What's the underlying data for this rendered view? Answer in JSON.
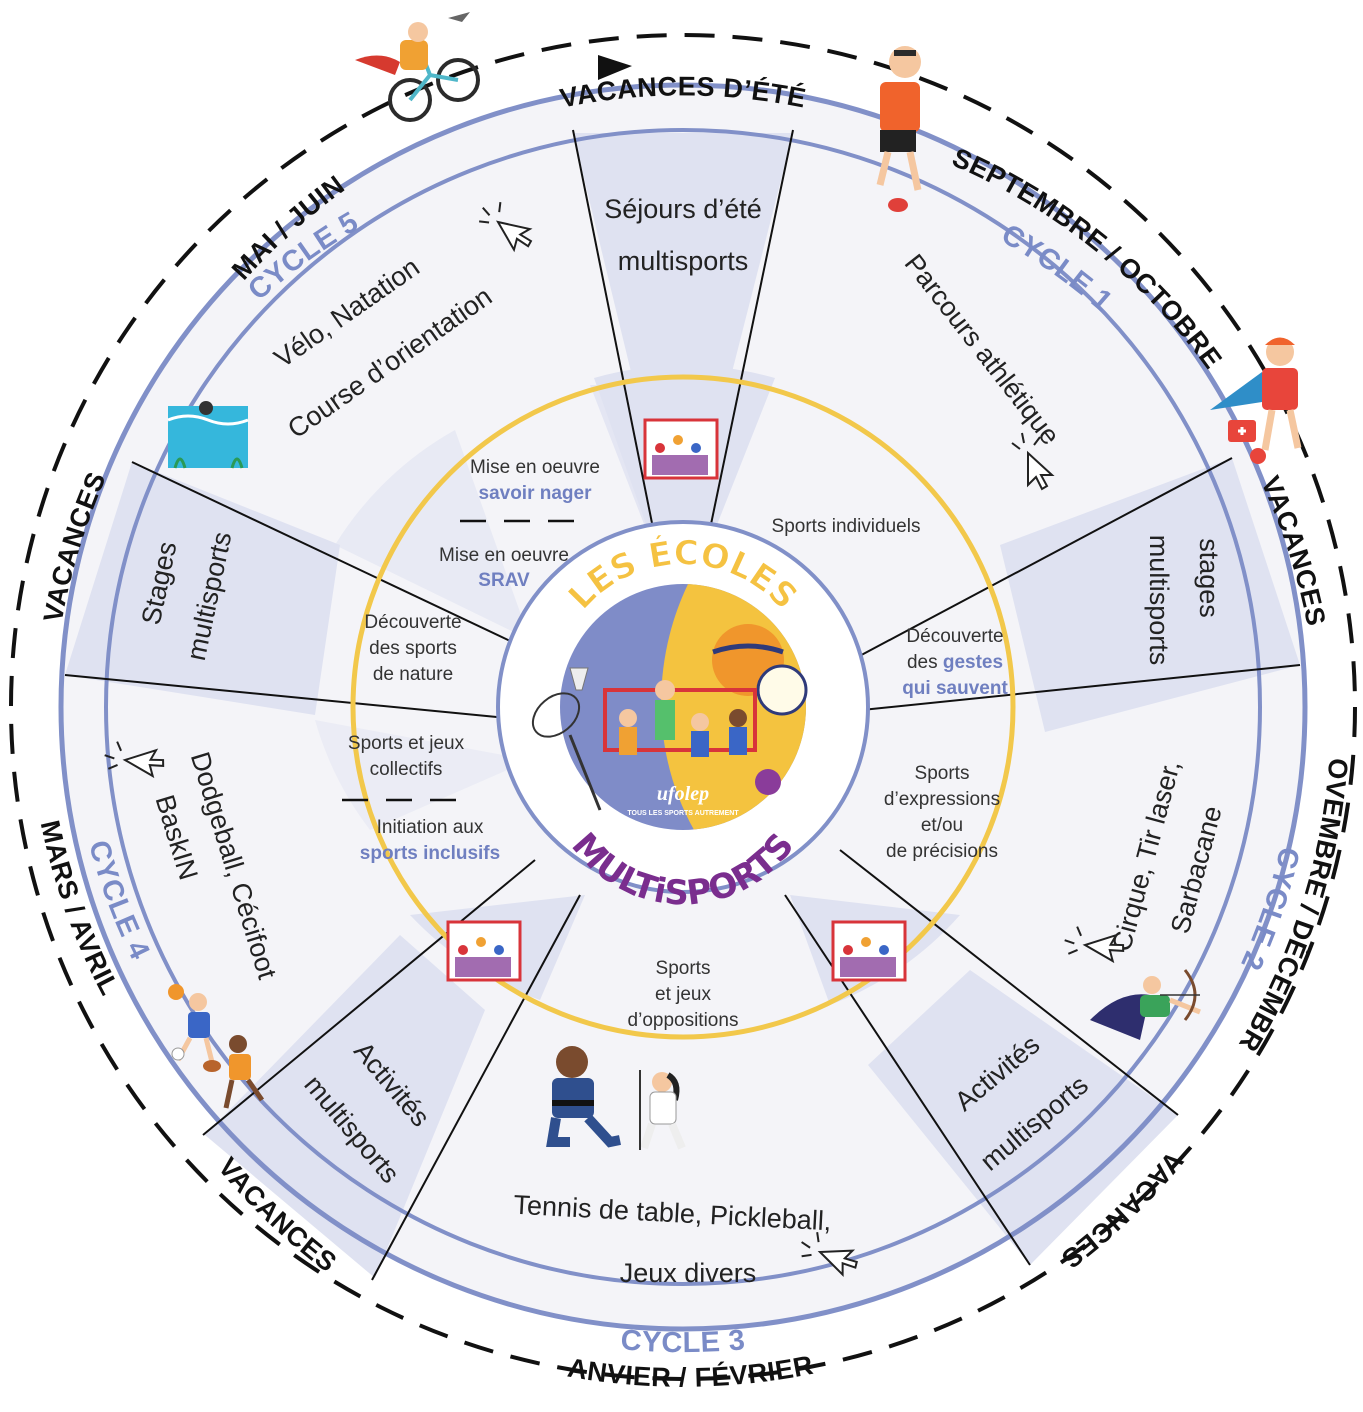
{
  "colors": {
    "ring_blue": "#8190c8",
    "segment_fill": "#dfe2f1",
    "light_fill": "#f4f4f8",
    "gold_ring": "#f2c84b",
    "cycle_text": "#7a8bc7",
    "title_yellow": "#f5c242",
    "title_purple": "#7a2d8e"
  },
  "outer_labels": {
    "summer": "VACANCES D’ÉTÉ",
    "sep_oct": "SEPTEMBRE / OCTOBRE",
    "vac_right": "VACANCES",
    "nov_dec": "NOVEMBRE / DÉCEMBRE",
    "vac_bottom_right": "VACANCES",
    "jan_feb": "JANVIER / FÉVRIER",
    "vac_bottom_left": "VACANCES",
    "mar_apr": "MARS / AVRIL",
    "vac_left": "VACANCES",
    "may_jun": "MAI / JUIN"
  },
  "cycles": {
    "c1": "CYCLE 1",
    "c2": "CYCLE 2",
    "c3": "CYCLE 3",
    "c4": "CYCLE 4",
    "c5": "CYCLE 5"
  },
  "activities": {
    "summer_l1": "Séjours d’été",
    "summer_l2": "multisports",
    "c1_l1": "Parcours athlétique",
    "vac_right_l1": "stages",
    "vac_right_l2": "multisports",
    "c2_l1": "Cirque, Tir laser,",
    "c2_l2": "Sarbacane",
    "vac_br_l1": "Activités",
    "vac_br_l2": "multisports",
    "c3_l1": "Tennis de table, Pickleball,",
    "c3_l2": "Jeux divers",
    "vac_bl_l1": "Activités",
    "vac_bl_l2": "multisports",
    "c4_l1": "Dodgeball, Cécifoot",
    "c4_l2": "BaskIN",
    "vac_left_l1": "Stages",
    "vac_left_l2": "multisports",
    "c5_l1": "Vélo, Natation",
    "c5_l2": "Course d’orientation"
  },
  "inner": {
    "individual": "Sports individuels",
    "gestures_l1": "Découverte",
    "gestures_l2a": "des ",
    "gestures_l2b": "gestes",
    "gestures_l3": "qui sauvent",
    "expr_l1": "Sports",
    "expr_l2": "d’expressions",
    "expr_l3": "et/ou",
    "expr_l4": "de précisions",
    "opp_l1": "Sports",
    "opp_l2": "et jeux",
    "opp_l3": "d’oppositions",
    "coll_l1": "Sports et jeux",
    "coll_l2": "collectifs",
    "incl_l1": "Initiation aux",
    "incl_l2": "sports inclusifs",
    "nature_l1": "Découverte",
    "nature_l2": "des sports",
    "nature_l3": "de nature",
    "srav_l1": "Mise en oeuvre",
    "srav_l2": "SRAV",
    "swim_l1": "Mise en oeuvre",
    "swim_l2": "savoir nager"
  },
  "center": {
    "title_top": "LES ÉCOLES",
    "title_bottom": "MULTiSPORTS",
    "brand": "ufolep",
    "tagline": "TOUS LES SPORTS AUTREMENT"
  },
  "icons": [
    "cyclist-illustration",
    "runner-illustration",
    "first-aid-hero-illustration",
    "archer-illustration",
    "judo-illustration",
    "ball-players-illustration",
    "swimmer-illustration",
    "cursor-click-icon",
    "goal-kids-icon"
  ]
}
